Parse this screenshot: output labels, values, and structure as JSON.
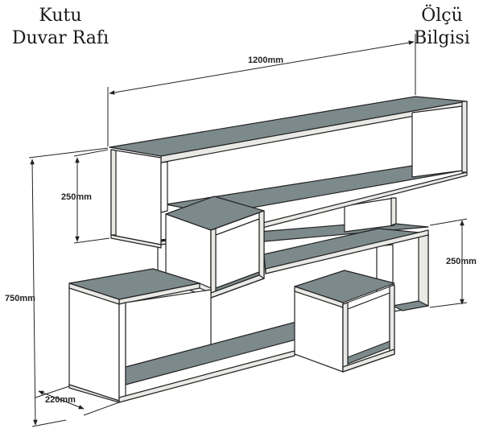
{
  "title_left": [
    "Kutu",
    "Duvar Rafı"
  ],
  "title_right": [
    "Ölçü",
    "Bilgisi"
  ],
  "dimensions": {
    "width": "1200mm",
    "height_top": "250mm",
    "height_right": "250mm",
    "height_total": "750mm",
    "depth": "220mm"
  },
  "colors": {
    "shelf_top": "#7d8a8c",
    "board": "#ffffff",
    "board_edge": "#e9e9e6"
  }
}
